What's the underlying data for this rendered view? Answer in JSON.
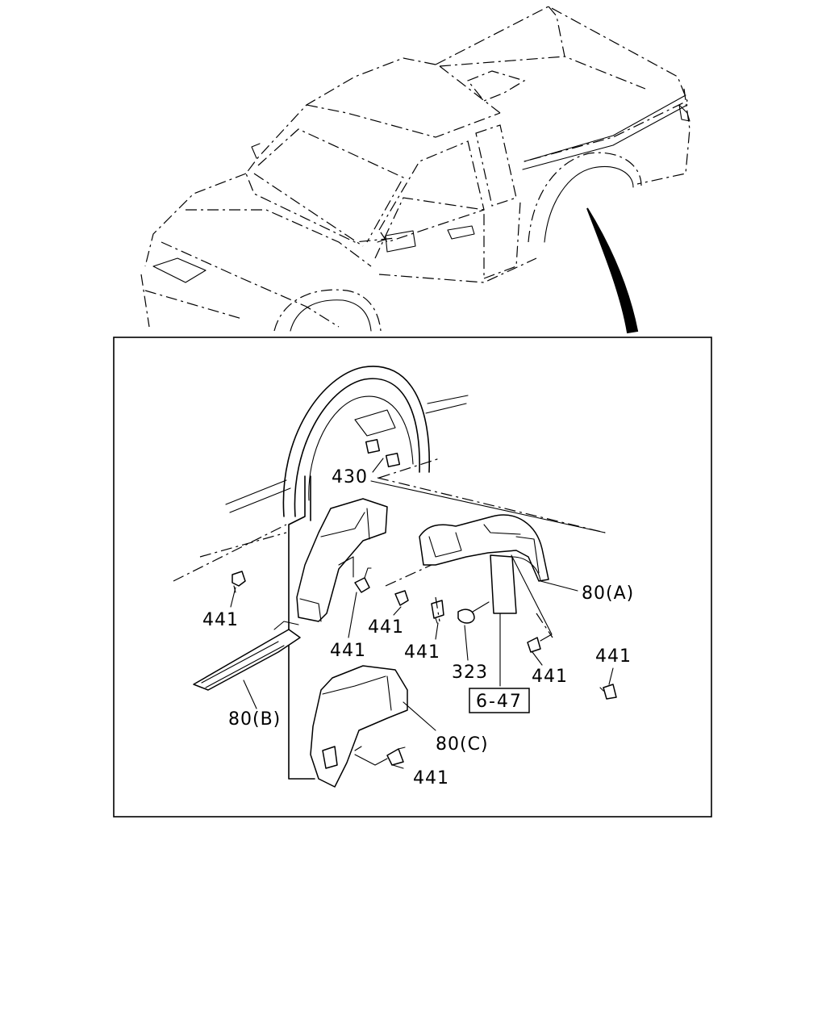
{
  "callouts": {
    "c430": "430",
    "c80a": "80(A)",
    "c80b": "80(B)",
    "c80c": "80(C)",
    "c441_left": "441",
    "c441_mid1": "441",
    "c441_mid2": "441",
    "c441_mid3": "441",
    "c441_right1": "441",
    "c441_right2": "441",
    "c441_bottom": "441",
    "c323": "323",
    "ref_box": "6-47"
  }
}
